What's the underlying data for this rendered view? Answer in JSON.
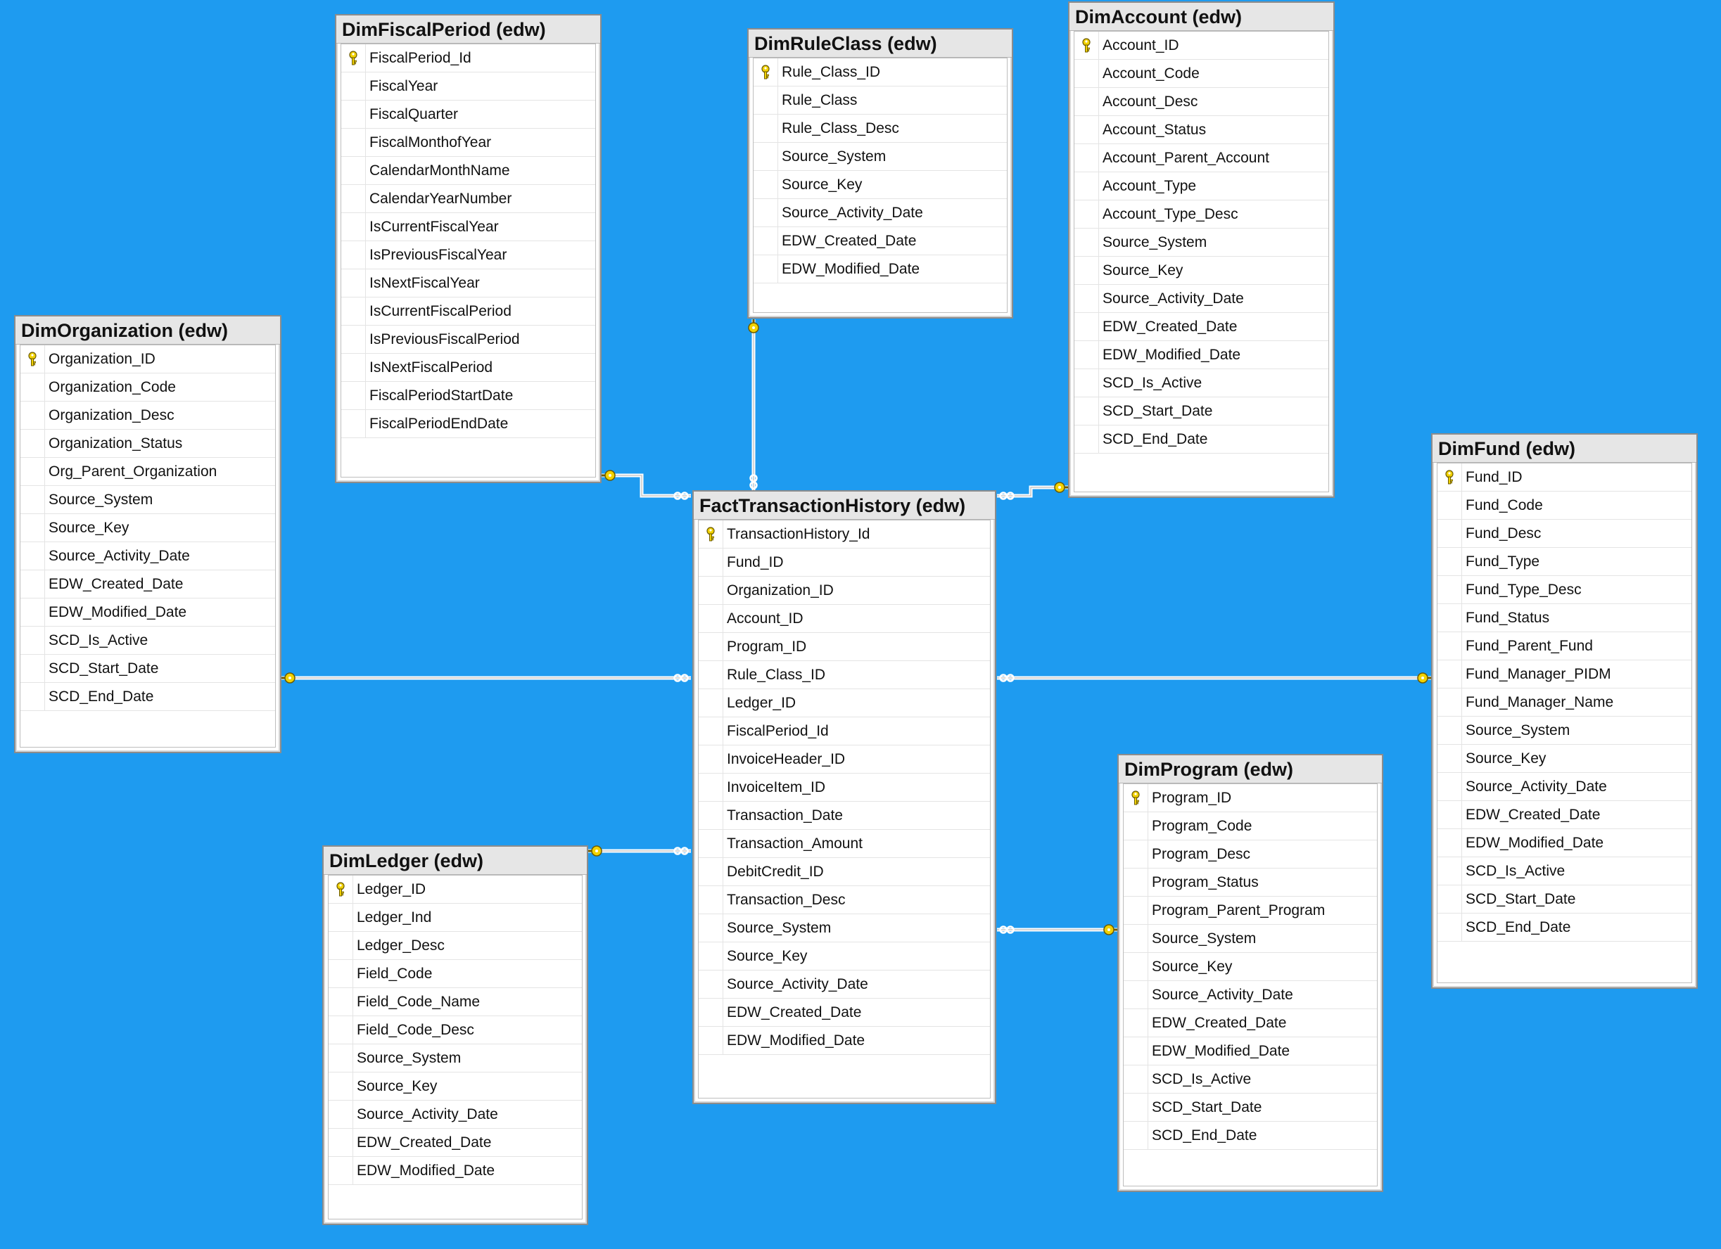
{
  "tables": [
    {
      "key": "fiscal",
      "title": "DimFiscalPeriod (edw)",
      "pk": "FiscalPeriod_Id",
      "columns": [
        "FiscalPeriod_Id",
        "FiscalYear",
        "FiscalQuarter",
        "FiscalMonthofYear",
        "CalendarMonthName",
        "CalendarYearNumber",
        "IsCurrentFiscalYear",
        "IsPreviousFiscalYear",
        "IsNextFiscalYear",
        "IsCurrentFiscalPeriod",
        "IsPreviousFiscalPeriod",
        "IsNextFiscalPeriod",
        "FiscalPeriodStartDate",
        "FiscalPeriodEndDate"
      ]
    },
    {
      "key": "ruleclass",
      "title": "DimRuleClass (edw)",
      "pk": "Rule_Class_ID",
      "columns": [
        "Rule_Class_ID",
        "Rule_Class",
        "Rule_Class_Desc",
        "Source_System",
        "Source_Key",
        "Source_Activity_Date",
        "EDW_Created_Date",
        "EDW_Modified_Date"
      ]
    },
    {
      "key": "account",
      "title": "DimAccount (edw)",
      "pk": "Account_ID",
      "columns": [
        "Account_ID",
        "Account_Code",
        "Account_Desc",
        "Account_Status",
        "Account_Parent_Account",
        "Account_Type",
        "Account_Type_Desc",
        "Source_System",
        "Source_Key",
        "Source_Activity_Date",
        "EDW_Created_Date",
        "EDW_Modified_Date",
        "SCD_Is_Active",
        "SCD_Start_Date",
        "SCD_End_Date"
      ]
    },
    {
      "key": "organization",
      "title": "DimOrganization (edw)",
      "pk": "Organization_ID",
      "columns": [
        "Organization_ID",
        "Organization_Code",
        "Organization_Desc",
        "Organization_Status",
        "Org_Parent_Organization",
        "Source_System",
        "Source_Key",
        "Source_Activity_Date",
        "EDW_Created_Date",
        "EDW_Modified_Date",
        "SCD_Is_Active",
        "SCD_Start_Date",
        "SCD_End_Date"
      ]
    },
    {
      "key": "fund",
      "title": "DimFund (edw)",
      "pk": "Fund_ID",
      "columns": [
        "Fund_ID",
        "Fund_Code",
        "Fund_Desc",
        "Fund_Type",
        "Fund_Type_Desc",
        "Fund_Status",
        "Fund_Parent_Fund",
        "Fund_Manager_PIDM",
        "Fund_Manager_Name",
        "Source_System",
        "Source_Key",
        "Source_Activity_Date",
        "EDW_Created_Date",
        "EDW_Modified_Date",
        "SCD_Is_Active",
        "SCD_Start_Date",
        "SCD_End_Date"
      ]
    },
    {
      "key": "fact",
      "title": "FactTransactionHistory (edw)",
      "pk": "TransactionHistory_Id",
      "columns": [
        "TransactionHistory_Id",
        "Fund_ID",
        "Organization_ID",
        "Account_ID",
        "Program_ID",
        "Rule_Class_ID",
        "Ledger_ID",
        "FiscalPeriod_Id",
        "InvoiceHeader_ID",
        "InvoiceItem_ID",
        "Transaction_Date",
        "Transaction_Amount",
        "DebitCredit_ID",
        "Transaction_Desc",
        "Source_System",
        "Source_Key",
        "Source_Activity_Date",
        "EDW_Created_Date",
        "EDW_Modified_Date"
      ]
    },
    {
      "key": "ledger",
      "title": "DimLedger (edw)",
      "pk": "Ledger_ID",
      "columns": [
        "Ledger_ID",
        "Ledger_Ind",
        "Ledger_Desc",
        "Field_Code",
        "Field_Code_Name",
        "Field_Code_Desc",
        "Source_System",
        "Source_Key",
        "Source_Activity_Date",
        "EDW_Created_Date",
        "EDW_Modified_Date"
      ]
    },
    {
      "key": "program",
      "title": "DimProgram (edw)",
      "pk": "Program_ID",
      "columns": [
        "Program_ID",
        "Program_Code",
        "Program_Desc",
        "Program_Status",
        "Program_Parent_Program",
        "Source_System",
        "Source_Key",
        "Source_Activity_Date",
        "EDW_Created_Date",
        "EDW_Modified_Date",
        "SCD_Is_Active",
        "SCD_Start_Date",
        "SCD_End_Date"
      ]
    }
  ],
  "relationships": [
    {
      "from": "fact",
      "to": "fiscal",
      "via": "FiscalPeriod_Id"
    },
    {
      "from": "fact",
      "to": "ruleclass",
      "via": "Rule_Class_ID"
    },
    {
      "from": "fact",
      "to": "account",
      "via": "Account_ID"
    },
    {
      "from": "fact",
      "to": "organization",
      "via": "Organization_ID"
    },
    {
      "from": "fact",
      "to": "fund",
      "via": "Fund_ID"
    },
    {
      "from": "fact",
      "to": "ledger",
      "via": "Ledger_ID"
    },
    {
      "from": "fact",
      "to": "program",
      "via": "Program_ID"
    }
  ],
  "colors": {
    "background": "#1e9bf0",
    "key": "#f2d200",
    "line": "#ffffff"
  },
  "icons": {
    "primary_key": "key-icon",
    "relationship_many": "infinity-icon",
    "relationship_one": "key-icon"
  }
}
